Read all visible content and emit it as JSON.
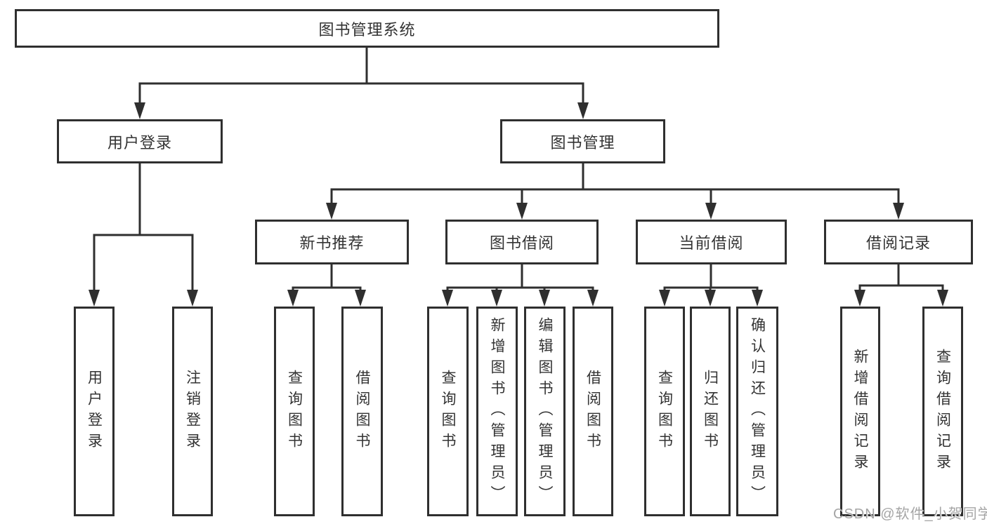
{
  "tree": {
    "label": "图书管理系统",
    "children": [
      {
        "label": "用户登录",
        "children": [
          {
            "label": "用户登录"
          },
          {
            "label": "注销登录"
          }
        ]
      },
      {
        "label": "图书管理",
        "children": [
          {
            "label": "新书推荐",
            "children": [
              {
                "label": "查询图书"
              },
              {
                "label": "借阅图书"
              }
            ]
          },
          {
            "label": "图书借阅",
            "children": [
              {
                "label": "查询图书"
              },
              {
                "label": "新增图书（管理员）"
              },
              {
                "label": "编辑图书（管理员）"
              },
              {
                "label": "借阅图书"
              }
            ]
          },
          {
            "label": "当前借阅",
            "children": [
              {
                "label": "查询图书"
              },
              {
                "label": "归还图书"
              },
              {
                "label": "确认归还（管理员）"
              }
            ]
          },
          {
            "label": "借阅记录",
            "children": [
              {
                "label": "新增借阅记录"
              },
              {
                "label": "查询借阅记录"
              }
            ]
          }
        ]
      }
    ]
  },
  "watermark": {
    "text": "CSDN @软件_小贺同学"
  },
  "colors": {
    "line": "#2f2f2f",
    "box_border": "#2f2f2f",
    "text": "#333333",
    "background": "#ffffff",
    "watermark": "#a5a5a5"
  }
}
